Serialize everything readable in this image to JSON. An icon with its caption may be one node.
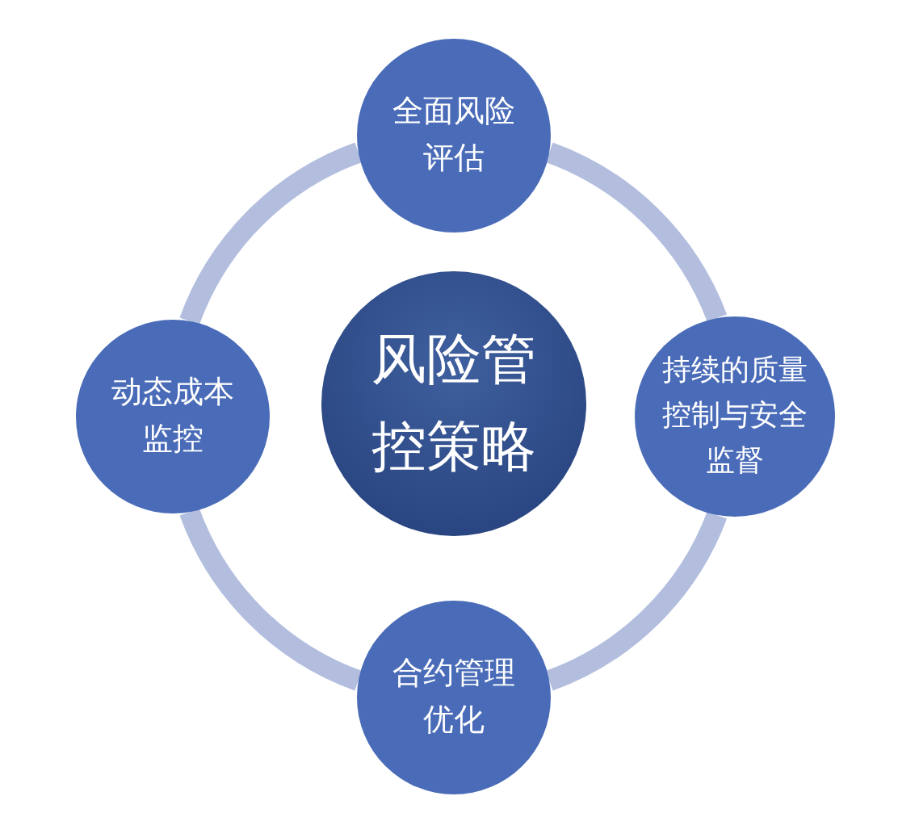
{
  "diagram": {
    "nodes": [
      {
        "text": [
          "风险管控策略"
        ]
      },
      {
        "text": [
          "全面风险评估"
        ]
      },
      {
        "text": [
          "持续的质量控制与安全监督"
        ]
      },
      {
        "text": [
          "合约管理优化"
        ]
      },
      {
        "text": [
          "动态成本监控"
        ]
      }
    ],
    "edges": [
      {
        "from": 1,
        "to": 2,
        "arrow": "none"
      },
      {
        "from": 2,
        "to": 3,
        "arrow": "none"
      },
      {
        "from": 3,
        "to": 4,
        "arrow": "none"
      },
      {
        "from": 4,
        "to": 1,
        "arrow": "none"
      }
    ]
  }
}
